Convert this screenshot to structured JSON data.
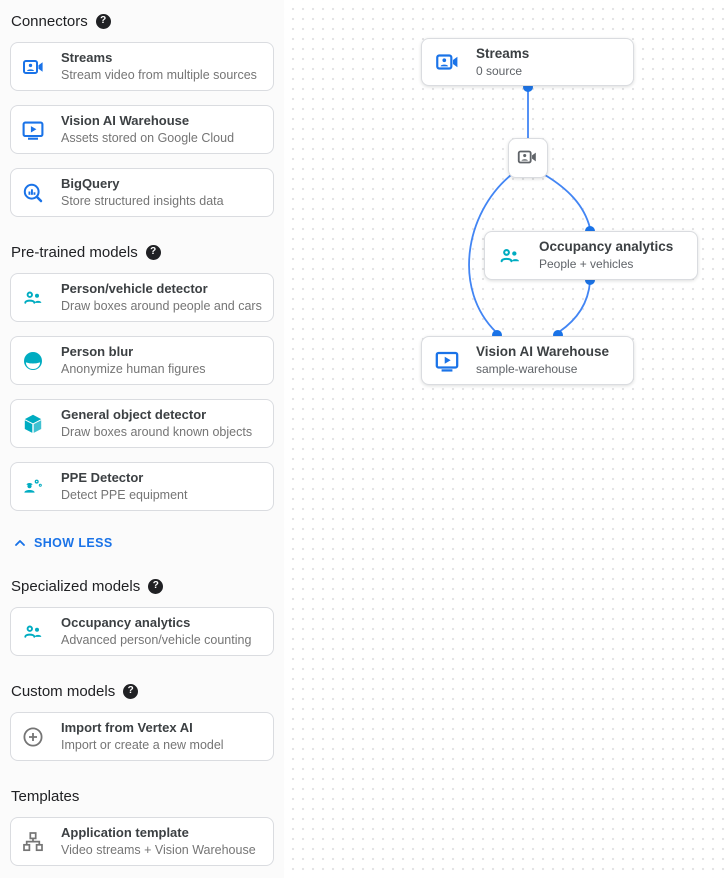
{
  "colors": {
    "accent_blue": "#1a73e8",
    "model_teal": "#00acc1",
    "gray_icon": "#757575",
    "edge_blue": "#4285f4"
  },
  "sidebar": {
    "show_less_label": "SHOW LESS",
    "sections": [
      {
        "label": "Connectors",
        "has_help": true,
        "cards": [
          {
            "icon": "video-camera-icon",
            "title": "Streams",
            "subtitle": "Stream video from multiple sources"
          },
          {
            "icon": "warehouse-tv-icon",
            "title": "Vision AI Warehouse",
            "subtitle": "Assets stored on Google Cloud"
          },
          {
            "icon": "bigquery-icon",
            "title": "BigQuery",
            "subtitle": "Store structured insights data"
          }
        ]
      },
      {
        "label": "Pre-trained models",
        "has_help": true,
        "cards": [
          {
            "icon": "people-icon",
            "title": "Person/vehicle detector",
            "subtitle": "Draw boxes around people and cars"
          },
          {
            "icon": "face-icon",
            "title": "Person blur",
            "subtitle": "Anonymize human figures"
          },
          {
            "icon": "cube-icon",
            "title": "General object detector",
            "subtitle": "Draw boxes around known objects"
          },
          {
            "icon": "ppe-icon",
            "title": "PPE Detector",
            "subtitle": "Detect PPE equipment"
          }
        ]
      },
      {
        "label": "Specialized models",
        "has_help": true,
        "cards": [
          {
            "icon": "people-icon",
            "title": "Occupancy analytics",
            "subtitle": "Advanced person/vehicle counting"
          }
        ]
      },
      {
        "label": "Custom models",
        "has_help": true,
        "cards": [
          {
            "icon": "add-circle-icon",
            "title": "Import from Vertex AI",
            "subtitle": "Import or create a new model"
          }
        ]
      },
      {
        "label": "Templates",
        "has_help": false,
        "cards": [
          {
            "icon": "tree-icon",
            "title": "Application template",
            "subtitle": "Video streams + Vision Warehouse"
          }
        ]
      }
    ]
  },
  "canvas": {
    "nodes": {
      "streams": {
        "title": "Streams",
        "subtitle": "0 source"
      },
      "occupancy": {
        "title": "Occupancy analytics",
        "subtitle": "People + vehicles"
      },
      "warehouse": {
        "title": "Vision AI Warehouse",
        "subtitle": "sample-warehouse"
      }
    }
  }
}
